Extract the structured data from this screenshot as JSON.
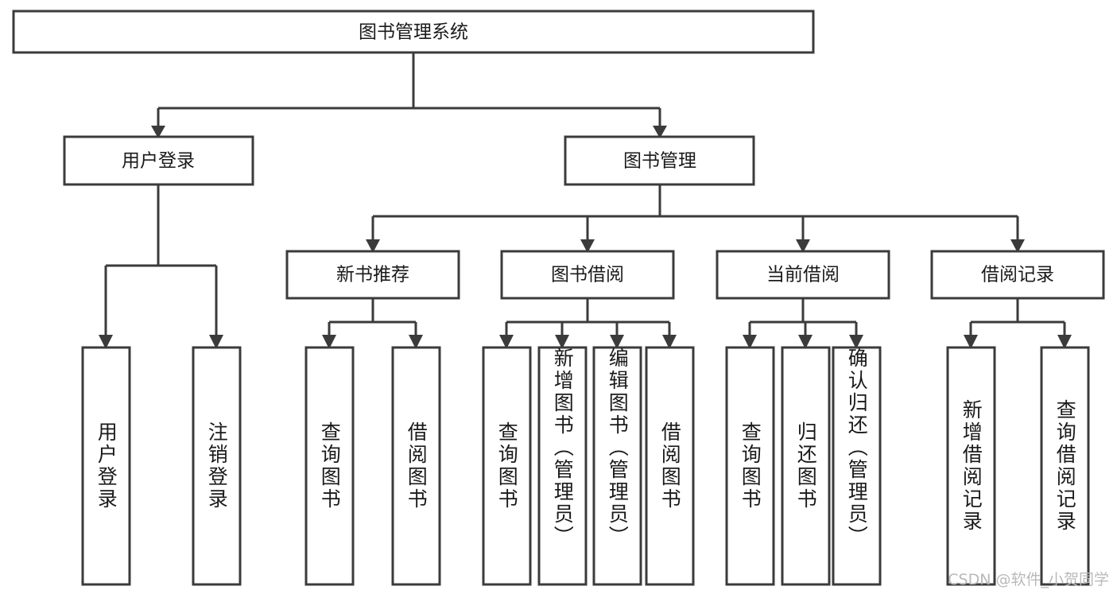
{
  "diagram": {
    "type": "tree-hierarchy",
    "title": "图书管理系统",
    "watermark": "CSDN @软件_小贺同学",
    "colors": {
      "stroke": "#3b3b3b",
      "box_fill": "#ffffff",
      "text": "#1a1a1a",
      "background": "#ffffff",
      "watermark": "#b9b9b9"
    },
    "levels": {
      "root": {
        "label": "图书管理系统"
      },
      "level2": [
        {
          "label": "用户登录"
        },
        {
          "label": "图书管理"
        }
      ],
      "level3": [
        {
          "label": "新书推荐"
        },
        {
          "label": "图书借阅"
        },
        {
          "label": "当前借阅"
        },
        {
          "label": "借阅记录"
        }
      ],
      "leaves": [
        {
          "label": "用户登录",
          "parent": "用户登录"
        },
        {
          "label": "注销登录",
          "parent": "用户登录"
        },
        {
          "label": "查询图书",
          "parent": "新书推荐"
        },
        {
          "label": "借阅图书",
          "parent": "新书推荐"
        },
        {
          "label": "查询图书",
          "parent": "图书借阅"
        },
        {
          "label": "新增图书（管理员）",
          "parent": "图书借阅"
        },
        {
          "label": "编辑图书（管理员）",
          "parent": "图书借阅"
        },
        {
          "label": "借阅图书",
          "parent": "图书借阅"
        },
        {
          "label": "查询图书",
          "parent": "当前借阅"
        },
        {
          "label": "归还图书",
          "parent": "当前借阅"
        },
        {
          "label": "确认归还（管理员）",
          "parent": "当前借阅"
        },
        {
          "label": "新增借阅记录",
          "parent": "借阅记录"
        },
        {
          "label": "查询借阅记录",
          "parent": "借阅记录"
        }
      ]
    }
  }
}
